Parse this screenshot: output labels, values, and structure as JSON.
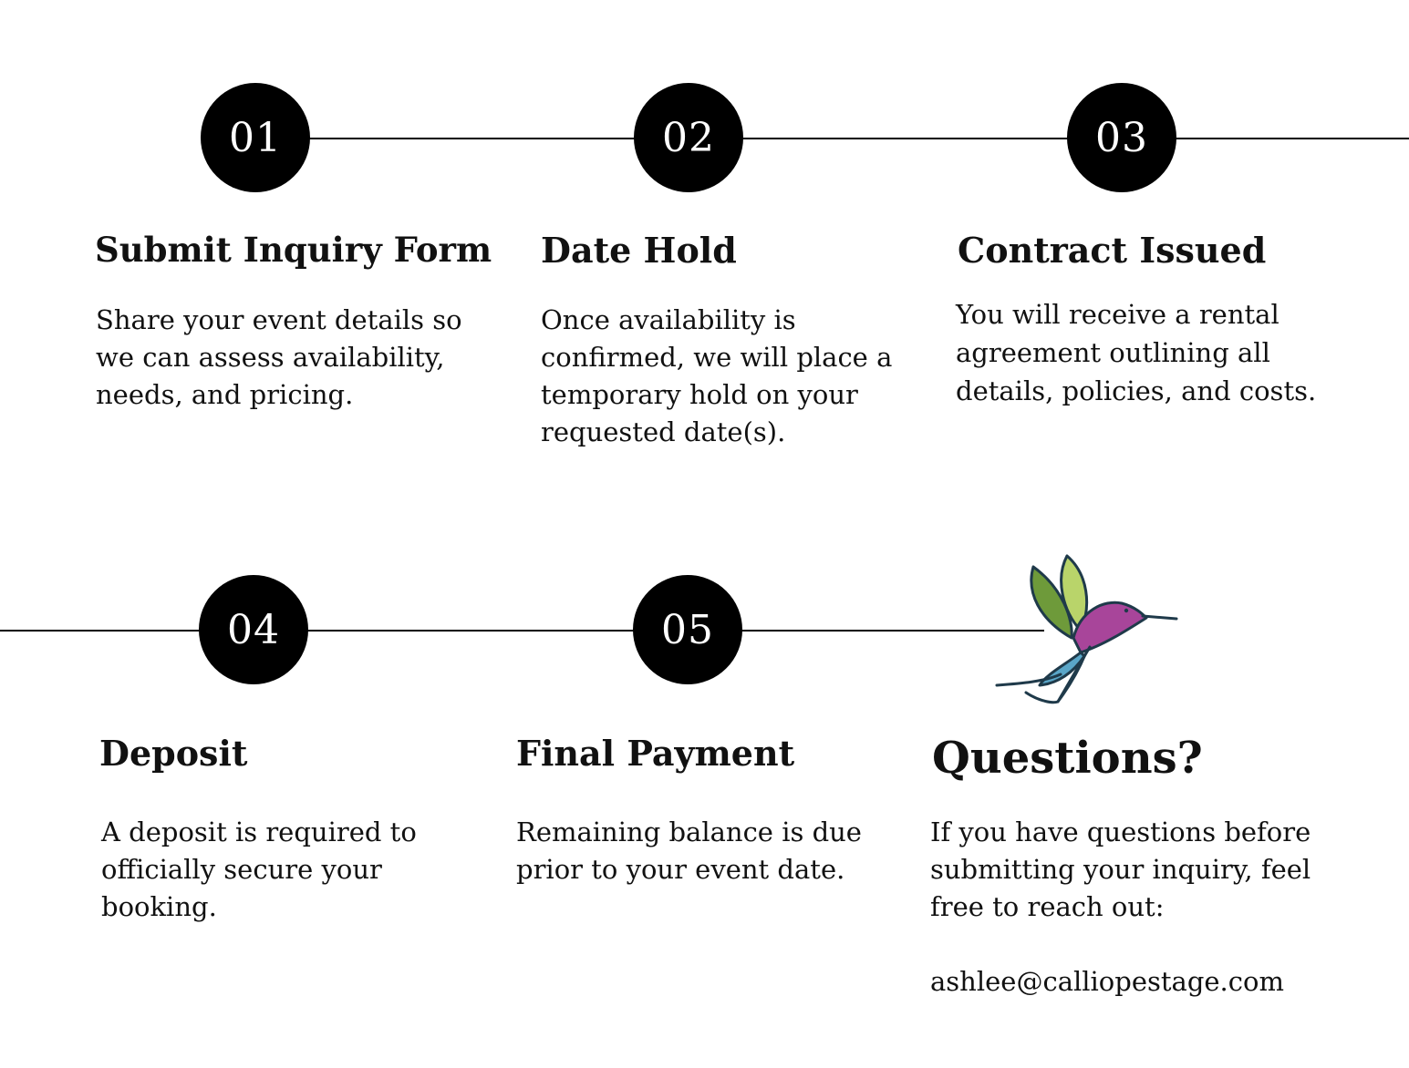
{
  "steps": [
    {
      "number": "01",
      "title": "Submit Inquiry Form",
      "description": "Share your event details so we can assess availability, needs, and pricing."
    },
    {
      "number": "02",
      "title": "Date Hold",
      "description": "Once availability is confirmed, we will place a temporary hold on your requested date(s)."
    },
    {
      "number": "03",
      "title": "Contract Issued",
      "description": "You will receive a rental agreement outlining all details, policies, and costs."
    },
    {
      "number": "04",
      "title": "Deposit",
      "description": "A deposit is required to officially secure your booking."
    },
    {
      "number": "05",
      "title": "Final Payment",
      "description": "Remaining balance is due prior to your event date."
    }
  ],
  "questions": {
    "title": "Questions?",
    "description": "If you have questions before submitting your inquiry, feel free to reach out:",
    "email": "ashlee@calliopestage.com"
  },
  "logo": {
    "icon": "hummingbird-icon",
    "colors": {
      "outline": "#1f3a4a",
      "wing_dark": "#6e9a3a",
      "wing_light": "#b9d46a",
      "body": "#a8459a",
      "belly": "#5aa6c8"
    }
  },
  "colors": {
    "circle": "#000000",
    "circle_text": "#ffffff",
    "line": "#000000",
    "text": "#111111"
  }
}
